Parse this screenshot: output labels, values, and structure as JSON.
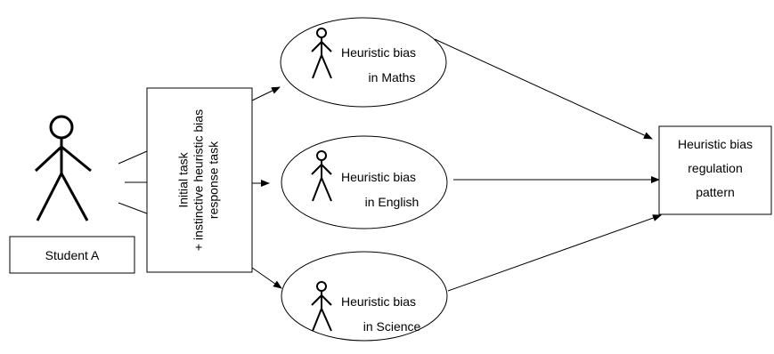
{
  "student": {
    "label": "Student A"
  },
  "task": {
    "lines": [
      "Initial task",
      "+ instinctive heuristic bias",
      "response task"
    ]
  },
  "subjects": [
    {
      "line1": "Heuristic bias",
      "line2": "in Maths"
    },
    {
      "line1": "Heuristic bias",
      "line2": "in English"
    },
    {
      "line1": "Heuristic bias",
      "line2": "in Science"
    }
  ],
  "outcome": {
    "lines": [
      "Heuristic bias",
      "regulation",
      "pattern"
    ]
  },
  "colors": {
    "stroke": "#000000",
    "fill": "#ffffff"
  }
}
